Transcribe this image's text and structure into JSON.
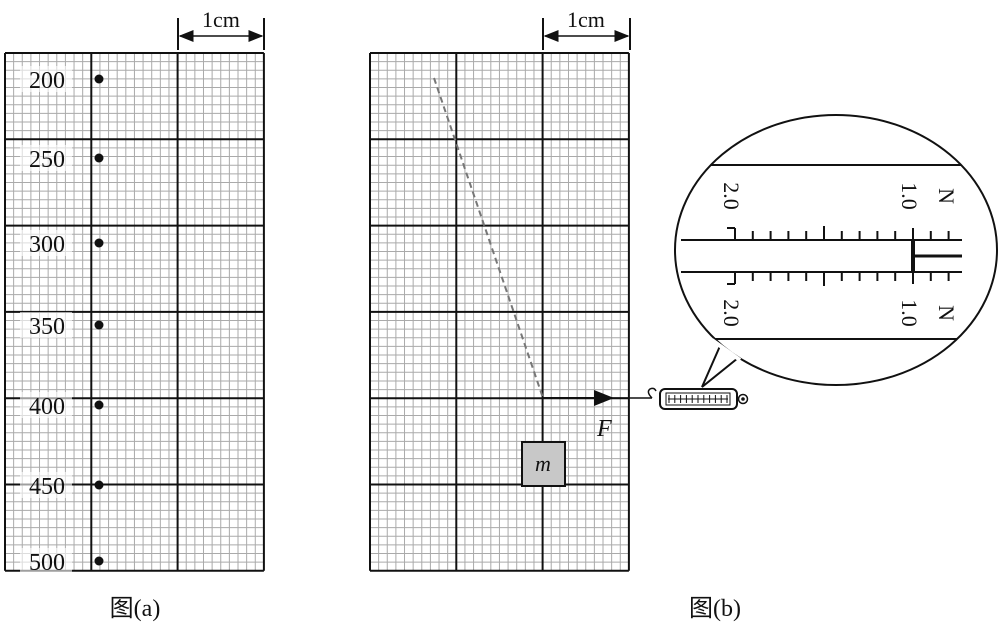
{
  "panel_a": {
    "scale_label": "1cm",
    "caption": "图(a)",
    "labels": [
      "200",
      "250",
      "300",
      "350",
      "400",
      "450",
      "500"
    ]
  },
  "panel_b": {
    "scale_label": "1cm",
    "caption": "图(b)",
    "mass_label": "m",
    "force_label": "F"
  },
  "magnifier": {
    "top_left": "2.0",
    "top_right": "1.0",
    "top_unit": "N",
    "bottom_left": "2.0",
    "bottom_right": "1.0",
    "bottom_unit": "N",
    "reading": 1.0
  }
}
